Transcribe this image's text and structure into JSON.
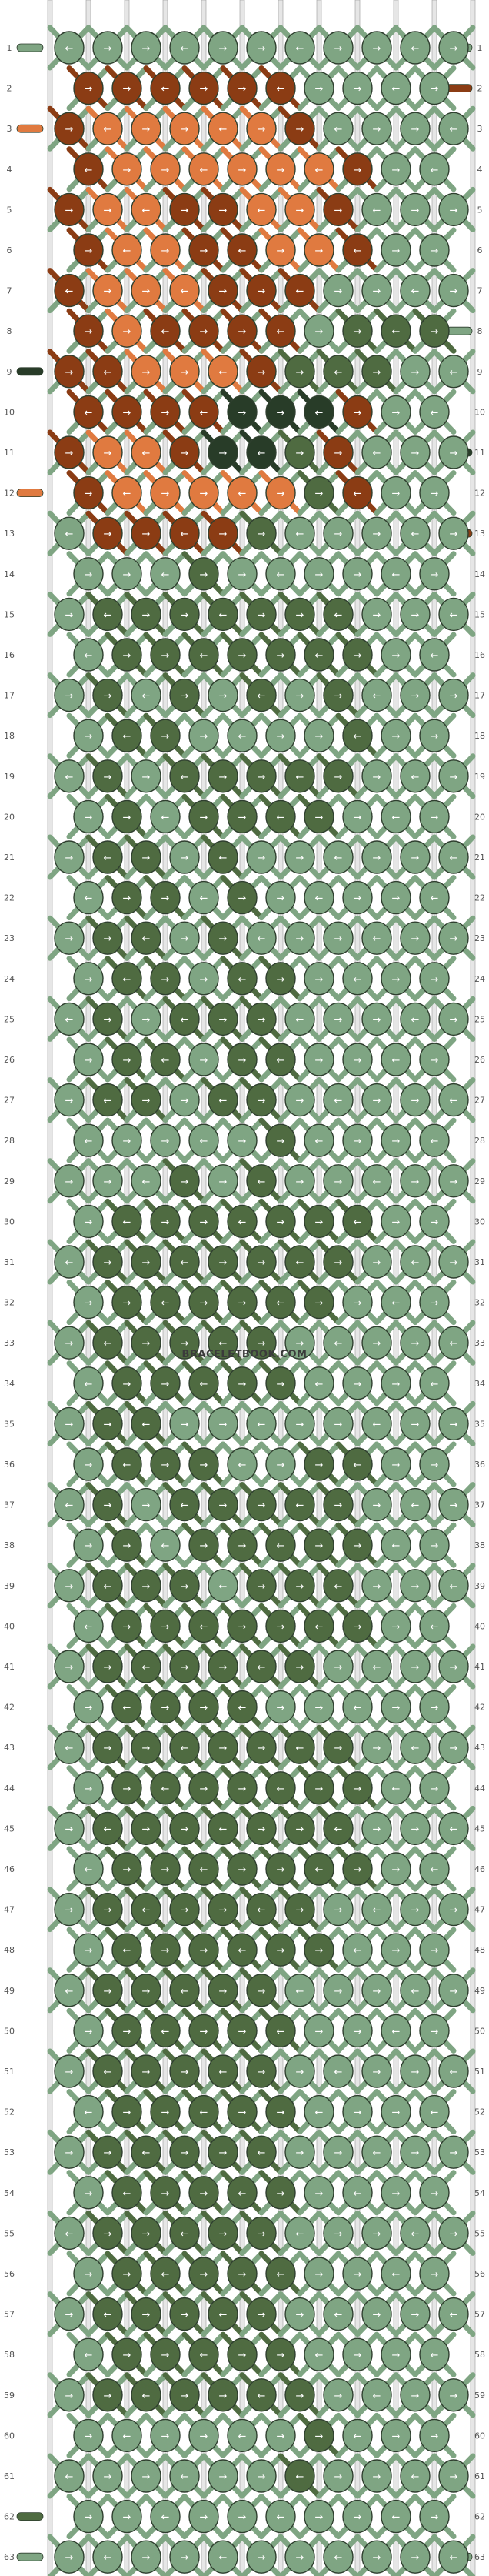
{
  "pattern": {
    "site_watermark": "BRACELETBOOK.COM",
    "row_labels": [
      "1",
      "2",
      "3",
      "4",
      "5",
      "6",
      "7",
      "8",
      "9",
      "10",
      "11",
      "12",
      "13",
      "14",
      "15",
      "16",
      "17",
      "18",
      "19",
      "20",
      "21",
      "22",
      "23",
      "24",
      "25",
      "26",
      "27",
      "28",
      "29",
      "30",
      "31",
      "32",
      "33",
      "34",
      "35",
      "36",
      "37",
      "38",
      "39",
      "40",
      "41",
      "42",
      "43",
      "44",
      "45",
      "46",
      "47",
      "48",
      "49",
      "50",
      "51",
      "52",
      "53",
      "54",
      "55",
      "56",
      "57",
      "58",
      "59",
      "60",
      "61",
      "62",
      "63"
    ],
    "strand_count": 12,
    "colors": {
      "A": "#7fa583",
      "B": "#8b3c14",
      "C": "#e07a40",
      "D": "#283c28",
      "E": "#4f6b41",
      "outline": "#2f3f2f"
    },
    "rows": [
      "AAAAAAAAAAA",
      "BBBBBBAAAAA",
      "BCCCCCBAAAA",
      "BCCCCCCBAAA",
      "BCCBBCCBAAA",
      "BCCBBCCBAAA",
      "BCCCBBBAAAA",
      "BCBBBBAEEEA",
      "BBCCCBEEEAA",
      "BBBBDDDBAAA",
      "BCCBDDEBAAA",
      "BCCCCCEBAAA",
      "ABBBBEAAAAA",
      "AAAEAAAAAAA",
      "AEEEEEEEAAA",
      "AEEEEEEEAAA",
      "AEAEAEAEAAA",
      "AEEAAAAEAAA",
      "AEAEEEEEAAA",
      "AEAEEEEAAAA",
      "AEEAEAAAAAA",
      "AEEAEAAAAAA",
      "AEEAEAAAAAA",
      "AEEAEEAAAAA",
      "AEAEEEAAAAA",
      "AEEAEEAAAAA",
      "AEEAEEAAAAA",
      "AAAAAEAAAAA",
      "AAAEAEAAAAA",
      "AEEEEEEEAAA",
      "AEEEEEEEAAA",
      "AEEEEEEAAAA",
      "AEEEEEAAAAA",
      "AEEEEEAAAAA",
      "AEEAAAAAAAA",
      "AEEEAAEEAAA",
      "AEAEEEEEAAA",
      "AEAEEEEEAAA",
      "AEEEAEEEAAA",
      "AEEEEEEEAAA",
      "AEEEEEEAAAA",
      "AEEEEAAAAAA",
      "AEEEEEEEAAA",
      "AEEEEEEEAAA",
      "AEEEEEEEAAA",
      "AEEEEEEEAAA",
      "AEEEEEEAAAA",
      "AEEEEEEAAAA",
      "AEEEEEAAAAA",
      "AEEEEEAAAAA",
      "AEEEEEAAAAA",
      "AEEEEEAAAAA",
      "AEEEEEAAAAA",
      "AEEEEEAAAAA",
      "AEEEEEAAAAA",
      "AEEEEEAAAAA",
      "AEEEEEAAAAA",
      "AEEEEEAAAAA",
      "AEEEEEEAAAA",
      "AAAAAAEAAAA",
      "AAAAAAEAAAA",
      "AAAAAAAAAAA",
      "AAAAAAAAAAA"
    ],
    "left_inputs": {
      "1": "A",
      "3": "C",
      "9": "D",
      "12": "C",
      "62": "E",
      "63": "A"
    },
    "right_inputs": {
      "1": "A",
      "2": "B",
      "8": "A",
      "11": "D",
      "13": "B",
      "63": "A"
    }
  }
}
